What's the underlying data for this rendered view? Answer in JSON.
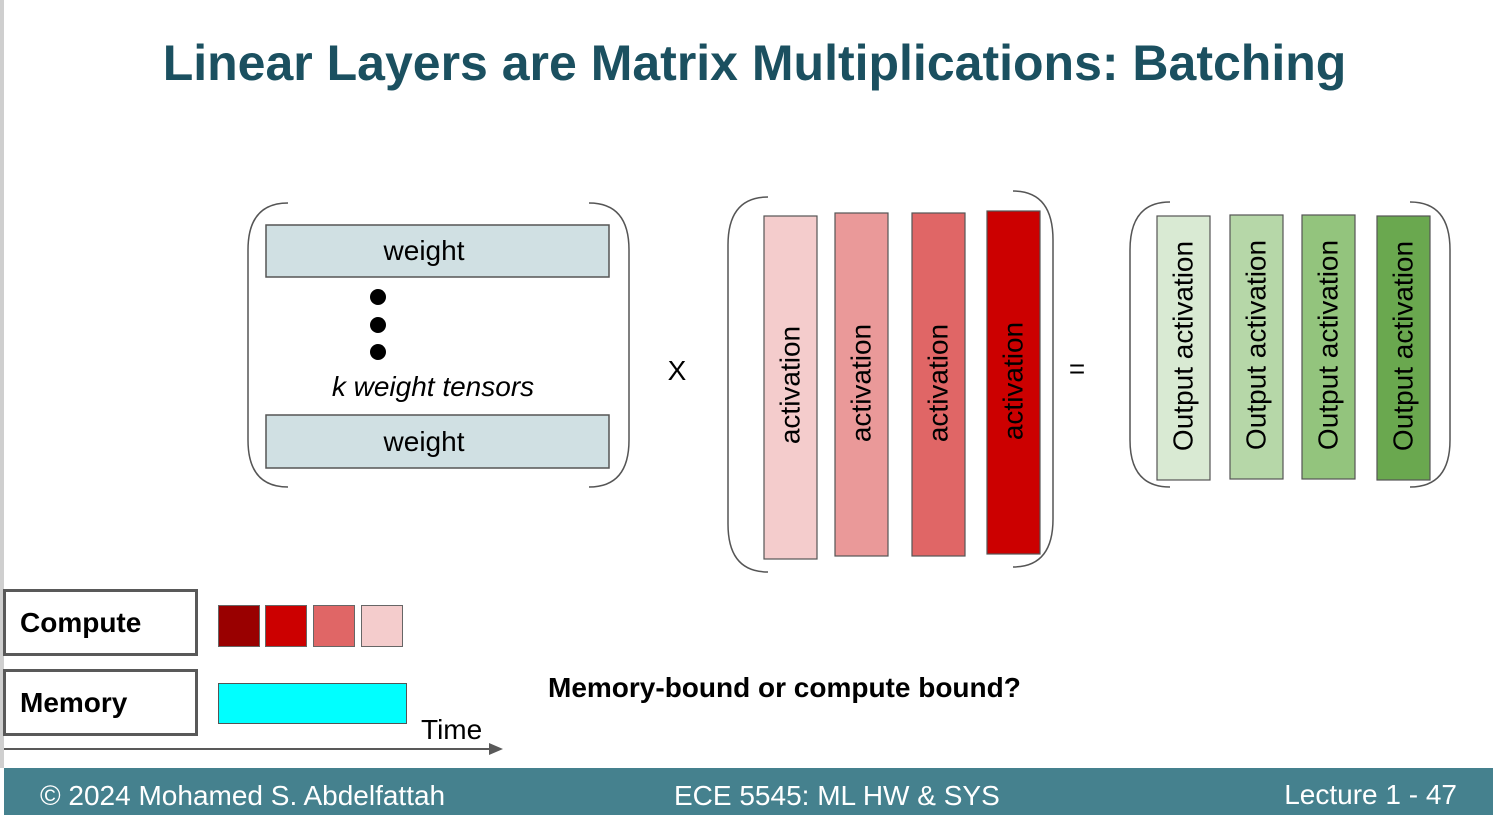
{
  "title": "Linear Layers are Matrix Multiplications: Batching",
  "weight_matrix": {
    "top_label": "weight",
    "bottom_label": "weight",
    "ellipsis_dots": 3,
    "count_label": "k weight tensors"
  },
  "operators": {
    "multiply": "X",
    "equals": "="
  },
  "activations": {
    "label": "activation",
    "colors": [
      "#f4cccc",
      "#ea9999",
      "#e06666",
      "#cc0000"
    ]
  },
  "outputs": {
    "label": "Output activation",
    "colors": [
      "#d9ead3",
      "#b6d7a8",
      "#93c47d",
      "#6aa84f"
    ]
  },
  "legend": {
    "compute_label": "Compute",
    "memory_label": "Memory",
    "compute_colors": [
      "#990000",
      "#cc0000",
      "#e06666",
      "#f4cccc"
    ],
    "memory_color": "#00ffff",
    "time_label": "Time"
  },
  "question": "Memory-bound or compute bound?",
  "footer": {
    "copyright": "© 2024 Mohamed S. Abdelfattah",
    "course": "ECE 5545: ML HW & SYS",
    "lecture": "Lecture 1 - 47",
    "background": "#45818e"
  }
}
